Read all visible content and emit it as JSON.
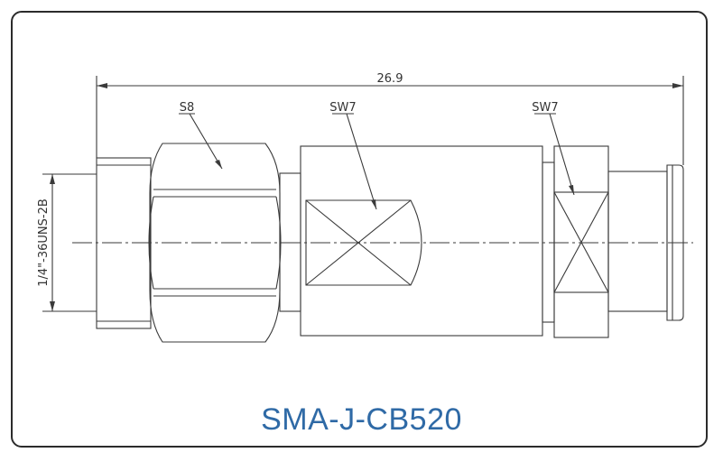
{
  "dimensions": {
    "overall_length": "26.9",
    "hex_nut": "S8",
    "body_wrench": "SW7",
    "rear_wrench": "SW7",
    "thread": "1/4\"-36UNS-2B"
  },
  "part_number": "SMA-J-CB520",
  "colors": {
    "line": "#3a3a3a",
    "title": "#2f6aa6"
  }
}
